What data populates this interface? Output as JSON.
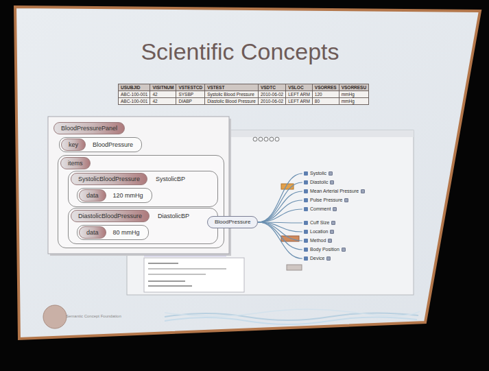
{
  "diagram": {
    "title": "Scientific Concepts",
    "nodes": [
      {
        "text": [
          "BloodPressurePanel"
        ]
      },
      {
        "text": [
          "key",
          "BloodPressure"
        ]
      },
      {
        "text": [
          "items"
        ]
      },
      {
        "text": [
          "SystolicBloodPressure",
          "SystolicBP"
        ],
        "in": 2
      },
      {
        "text": [
          "data",
          "120 mmHg"
        ],
        "in": 3
      },
      {
        "text": [
          "DiastolicBloodPressure",
          "DiastolicBP"
        ],
        "in": 2
      },
      {
        "text": [
          "data",
          "80 mmHg"
        ],
        "in": 5
      },
      {
        "text": [
          "BloodPressure"
        ]
      },
      {
        "text": [
          "Systolic"
        ]
      },
      {
        "text": [
          "Diastolic"
        ]
      },
      {
        "text": [
          "Mean Arterial Pressure"
        ]
      },
      {
        "text": [
          "Pulse Pressure"
        ]
      },
      {
        "text": [
          "Comment"
        ]
      },
      {
        "text": [
          "Cuff Size"
        ]
      },
      {
        "text": [
          "Location"
        ]
      },
      {
        "text": [
          "Method"
        ]
      },
      {
        "text": [
          "Body Position"
        ]
      },
      {
        "text": [
          "Device"
        ]
      }
    ],
    "edges": [
      {
        "from": 7,
        "to": 8,
        "arrow": "none"
      },
      {
        "from": 7,
        "to": 9,
        "arrow": "none"
      },
      {
        "from": 7,
        "to": 10,
        "arrow": "none"
      },
      {
        "from": 7,
        "to": 11,
        "arrow": "none"
      },
      {
        "from": 7,
        "to": 12,
        "arrow": "none"
      },
      {
        "from": 7,
        "to": 13,
        "arrow": "none"
      },
      {
        "from": 7,
        "to": 14,
        "arrow": "none"
      },
      {
        "from": 7,
        "to": 15,
        "arrow": "none"
      },
      {
        "from": 7,
        "to": 16,
        "arrow": "none"
      },
      {
        "from": 7,
        "to": 17,
        "arrow": "none"
      }
    ],
    "labels": [
      "USUBJID",
      "VISITNUM",
      "VSTESTCD",
      "VSTEST",
      "VSDTC",
      "VSLOC",
      "VSORRES",
      "VSORRESU",
      "ABC-100-001",
      "42",
      "SYSBP",
      "Systolic Blood Pressure",
      "2010-06-02",
      "LEFT ARM",
      "120",
      "mmHg",
      "ABC-100-001",
      "42",
      "DIABP",
      "Diastolic Blood Pressure",
      "2010-06-02",
      "LEFT ARM",
      "80",
      "mmHg",
      "Semantic Concept Foundation"
    ]
  }
}
